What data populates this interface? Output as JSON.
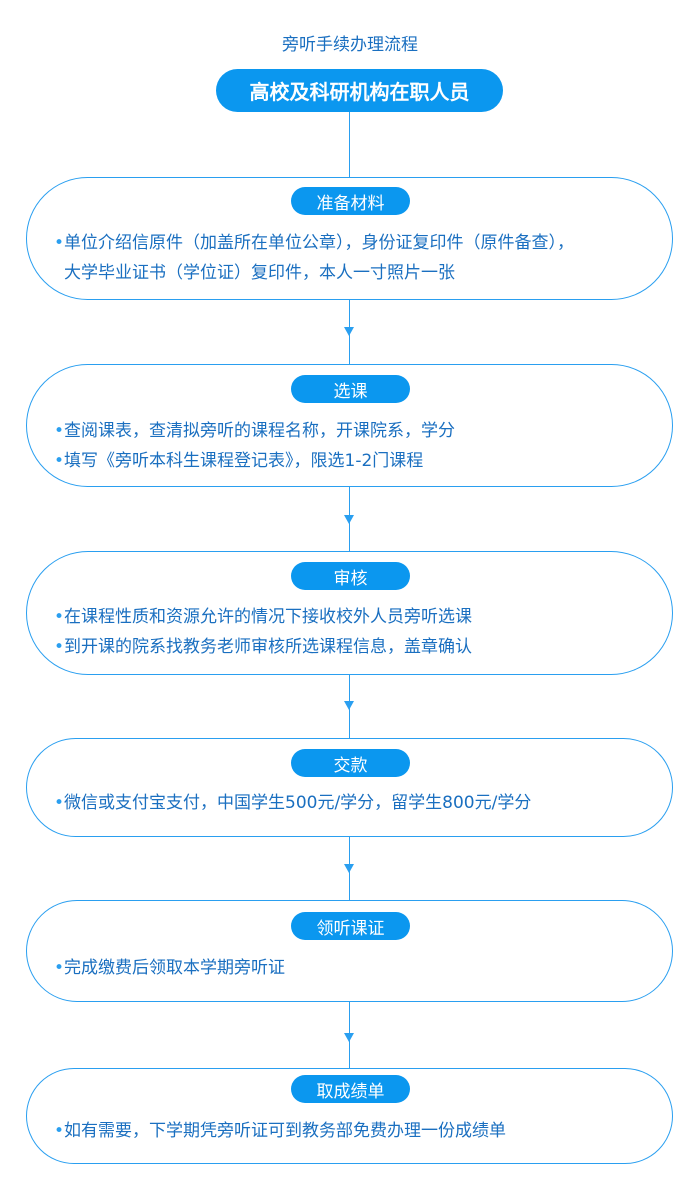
{
  "title": "旁听手续办理流程",
  "top_node": "高校及科研机构在职人员",
  "steps": [
    {
      "label": "准备材料",
      "items": [
        "单位介绍信原件（加盖所在单位公章），身份证复印件（原件备查），",
        "大学毕业证书（学位证）复印件，本人一寸照片一张"
      ]
    },
    {
      "label": "选课",
      "items": [
        "查阅课表，查清拟旁听的课程名称，开课院系，学分",
        "填写《旁听本科生课程登记表》，限选1-2门课程"
      ]
    },
    {
      "label": "审核",
      "items": [
        "在课程性质和资源允许的情况下接收校外人员旁听选课",
        "到开课的院系找教务老师审核所选课程信息，盖章确认"
      ]
    },
    {
      "label": "交款",
      "items": [
        "微信或支付宝支付，中国学生500元/学分，留学生800元/学分"
      ]
    },
    {
      "label": "领听课证",
      "items": [
        "完成缴费后领取本学期旁听证"
      ]
    },
    {
      "label": "取成绩单",
      "items": [
        "如有需要，下学期凭旁听证可到教务部免费办理一份成绩单"
      ]
    }
  ],
  "colors": {
    "accent": "#0b97ef",
    "line": "#2a9ff0",
    "text": "#1a6fc0"
  }
}
